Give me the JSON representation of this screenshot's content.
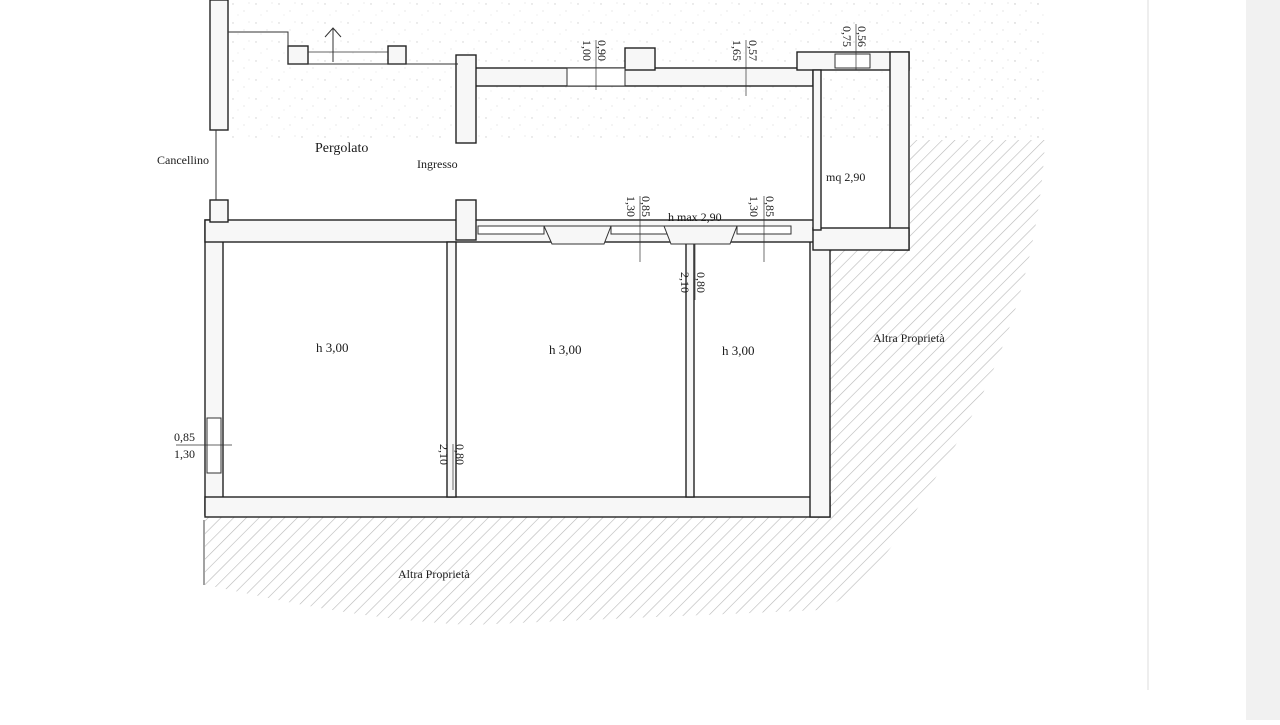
{
  "rooms": {
    "pergolato": "Pergolato",
    "ingresso": "Ingresso",
    "cancellino": "Cancellino",
    "bathroom_area": "mq 2,90",
    "corridor_height": "h max 2,90",
    "room_left_height": "h 3,00",
    "room_center_height": "h 3,00",
    "room_right_height": "h 3,00"
  },
  "neighbors": {
    "south": "Altra Proprietà",
    "east": "Altra Proprietà"
  },
  "dimensions": {
    "window_top_a_width": "0,90",
    "window_top_a_height": "1,00",
    "window_top_b_width": "0,57",
    "window_top_b_height": "1,65",
    "window_top_c_width": "0,56",
    "window_top_c_height": "0,75",
    "window_mid_a_width": "0,85",
    "window_mid_a_height": "1,30",
    "window_mid_b_width": "0,85",
    "window_mid_b_height": "1,30",
    "window_left_width": "0,85",
    "window_left_height": "1,30",
    "door_left_width": "0,80",
    "door_left_height": "2,10",
    "door_right_width": "0,80",
    "door_right_height": "2,10"
  },
  "colors": {
    "wall_fill": "#f7f7f7",
    "wall_stroke": "#222222",
    "hatch": "#b8b8b8",
    "speckle": "#cfcfcf"
  }
}
